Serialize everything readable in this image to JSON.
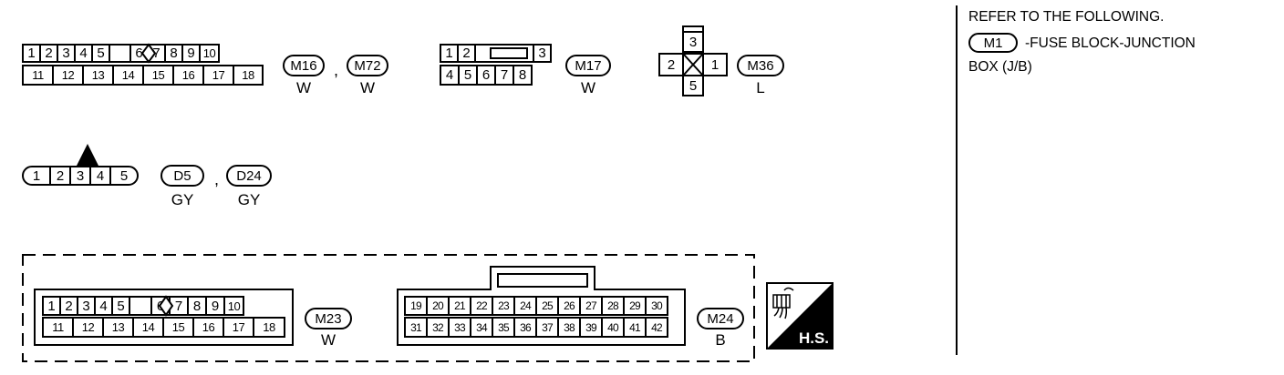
{
  "connectors": {
    "m16": {
      "label": "M16",
      "color": "W"
    },
    "m72": {
      "label": "M72",
      "color": "W"
    },
    "m17": {
      "label": "M17",
      "color": "W"
    },
    "m36": {
      "label": "M36",
      "color": "L"
    },
    "d5": {
      "label": "D5",
      "color": "GY"
    },
    "d24": {
      "label": "D24",
      "color": "GY"
    },
    "m23": {
      "label": "M23",
      "color": "W"
    },
    "m24": {
      "label": "M24",
      "color": "B"
    }
  },
  "separator": ",",
  "pins": {
    "c18_top": [
      "1",
      "2",
      "3",
      "4",
      "5",
      "6",
      "7",
      "8",
      "9",
      "10"
    ],
    "c18_bottom": [
      "11",
      "12",
      "13",
      "14",
      "15",
      "16",
      "17",
      "18"
    ],
    "c8_top": [
      "1",
      "2",
      "3"
    ],
    "c8_bottom": [
      "4",
      "5",
      "6",
      "7",
      "8"
    ],
    "c4": [
      "3",
      "2",
      "1",
      "5"
    ],
    "c5": [
      "1",
      "2",
      "3",
      "4",
      "5"
    ],
    "m24_top": [
      "19",
      "20",
      "21",
      "22",
      "23",
      "24",
      "25",
      "26",
      "27",
      "28",
      "29",
      "30"
    ],
    "m24_bottom": [
      "31",
      "32",
      "33",
      "34",
      "35",
      "36",
      "37",
      "38",
      "39",
      "40",
      "41",
      "42"
    ]
  },
  "hs_badge": "H.S.",
  "notes": {
    "line1": "REFER TO THE FOLLOWING.",
    "badge": "M1",
    "line2": "-FUSE BLOCK-JUNCTION",
    "line3": "BOX (J/B)"
  }
}
